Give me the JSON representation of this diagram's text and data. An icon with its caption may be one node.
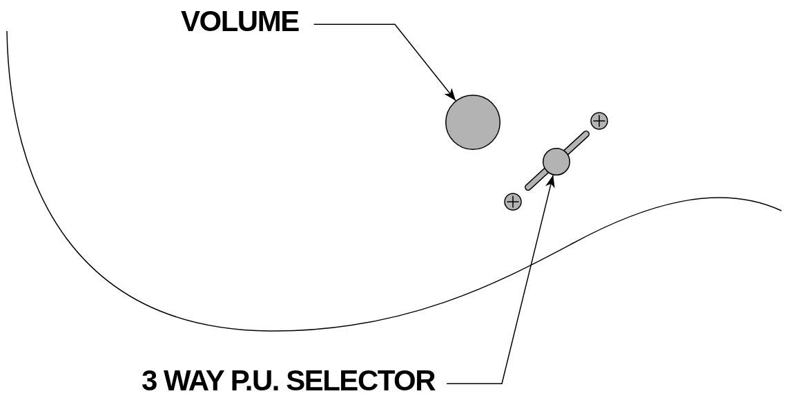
{
  "diagram": {
    "nodes": [
      {
        "text": [
          "VOLUME"
        ]
      },
      {
        "text": [],
        "shape": "circle"
      },
      {
        "text": [
          "3 WAY P.U. SELECTOR"
        ]
      },
      {
        "text": [],
        "shape": "circle"
      }
    ],
    "edges": [
      {
        "from": 0,
        "to": 1,
        "arrow": "to"
      },
      {
        "from": 2,
        "to": 3,
        "arrow": "to"
      }
    ]
  }
}
